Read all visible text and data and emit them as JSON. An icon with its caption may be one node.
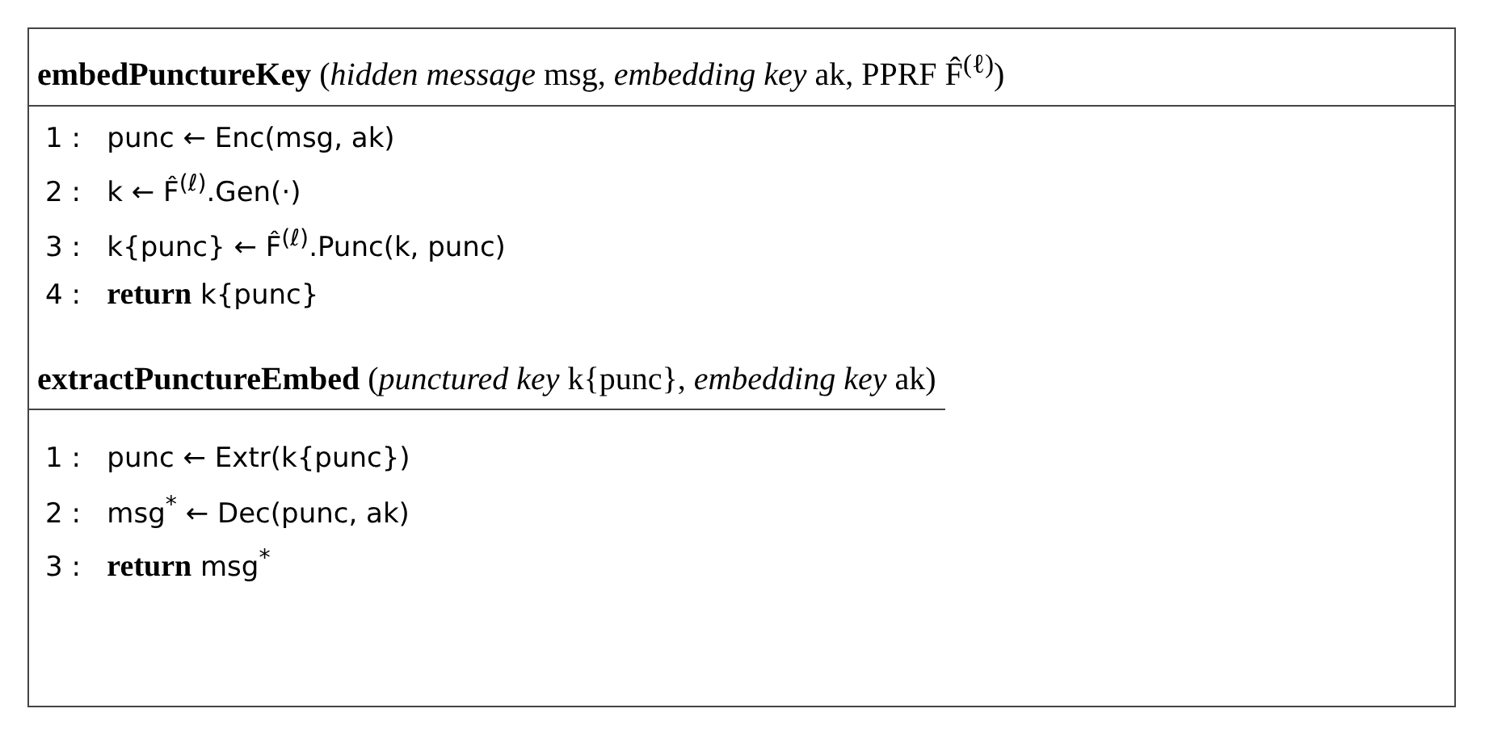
{
  "diagram": {
    "nodes": [
      {
        "text": [
          "**embedPunctureKey** (*hidden message* msg, *embedding key* ak, PPRF F̂$^{(ℓ)}$)",
          "1 :   punc ← Enc(msg, ak)",
          "2 :   k ← F̂$^{(ℓ)}$.Gen(·)",
          "3 :   k{punc} ← F̂$^{(ℓ)}$.Punc(k, punc)",
          "4 :   **return** k{punc}",
          "**extractPunctureEmbed** (*punctured key* k{punc}, *embedding key* ak)",
          "1 :   punc ← Extr(k{punc})",
          "2 :   msg$^{*}$ ← Dec(punc, ak)",
          "3 :   **return** msg$^{*}$"
        ]
      }
    ]
  }
}
